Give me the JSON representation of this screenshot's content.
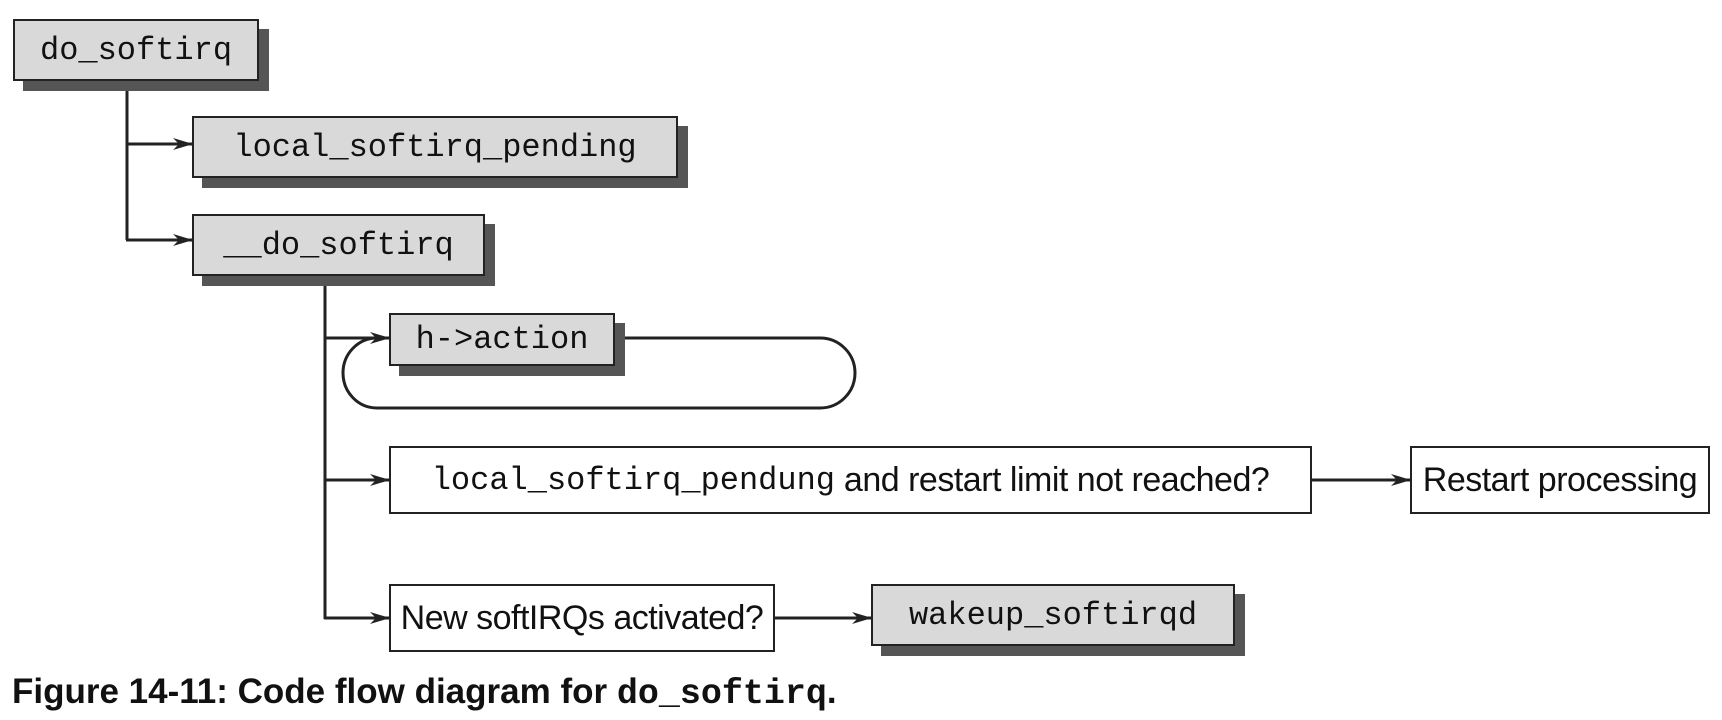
{
  "diagram": {
    "nodes": {
      "do_softirq": "do_softirq",
      "local_softirq_pending": "local_softirq_pending",
      "__do_softirq": "__do_softirq",
      "h_action": "h->action",
      "restart_check_code": "local_softirq_pendung",
      "restart_check_text": " and restart limit not reached?",
      "restart_processing": "Restart processing",
      "new_softirqs": "New softIRQs activated?",
      "wakeup_softirqd": "wakeup_softirqd"
    },
    "colors": {
      "code_box_fill": "#d9d9d9",
      "shadow": "#555555",
      "line": "#222222"
    }
  },
  "caption": {
    "prefix": "Figure 14-11: Code flow diagram for ",
    "code": "do_softirq",
    "suffix": "."
  }
}
